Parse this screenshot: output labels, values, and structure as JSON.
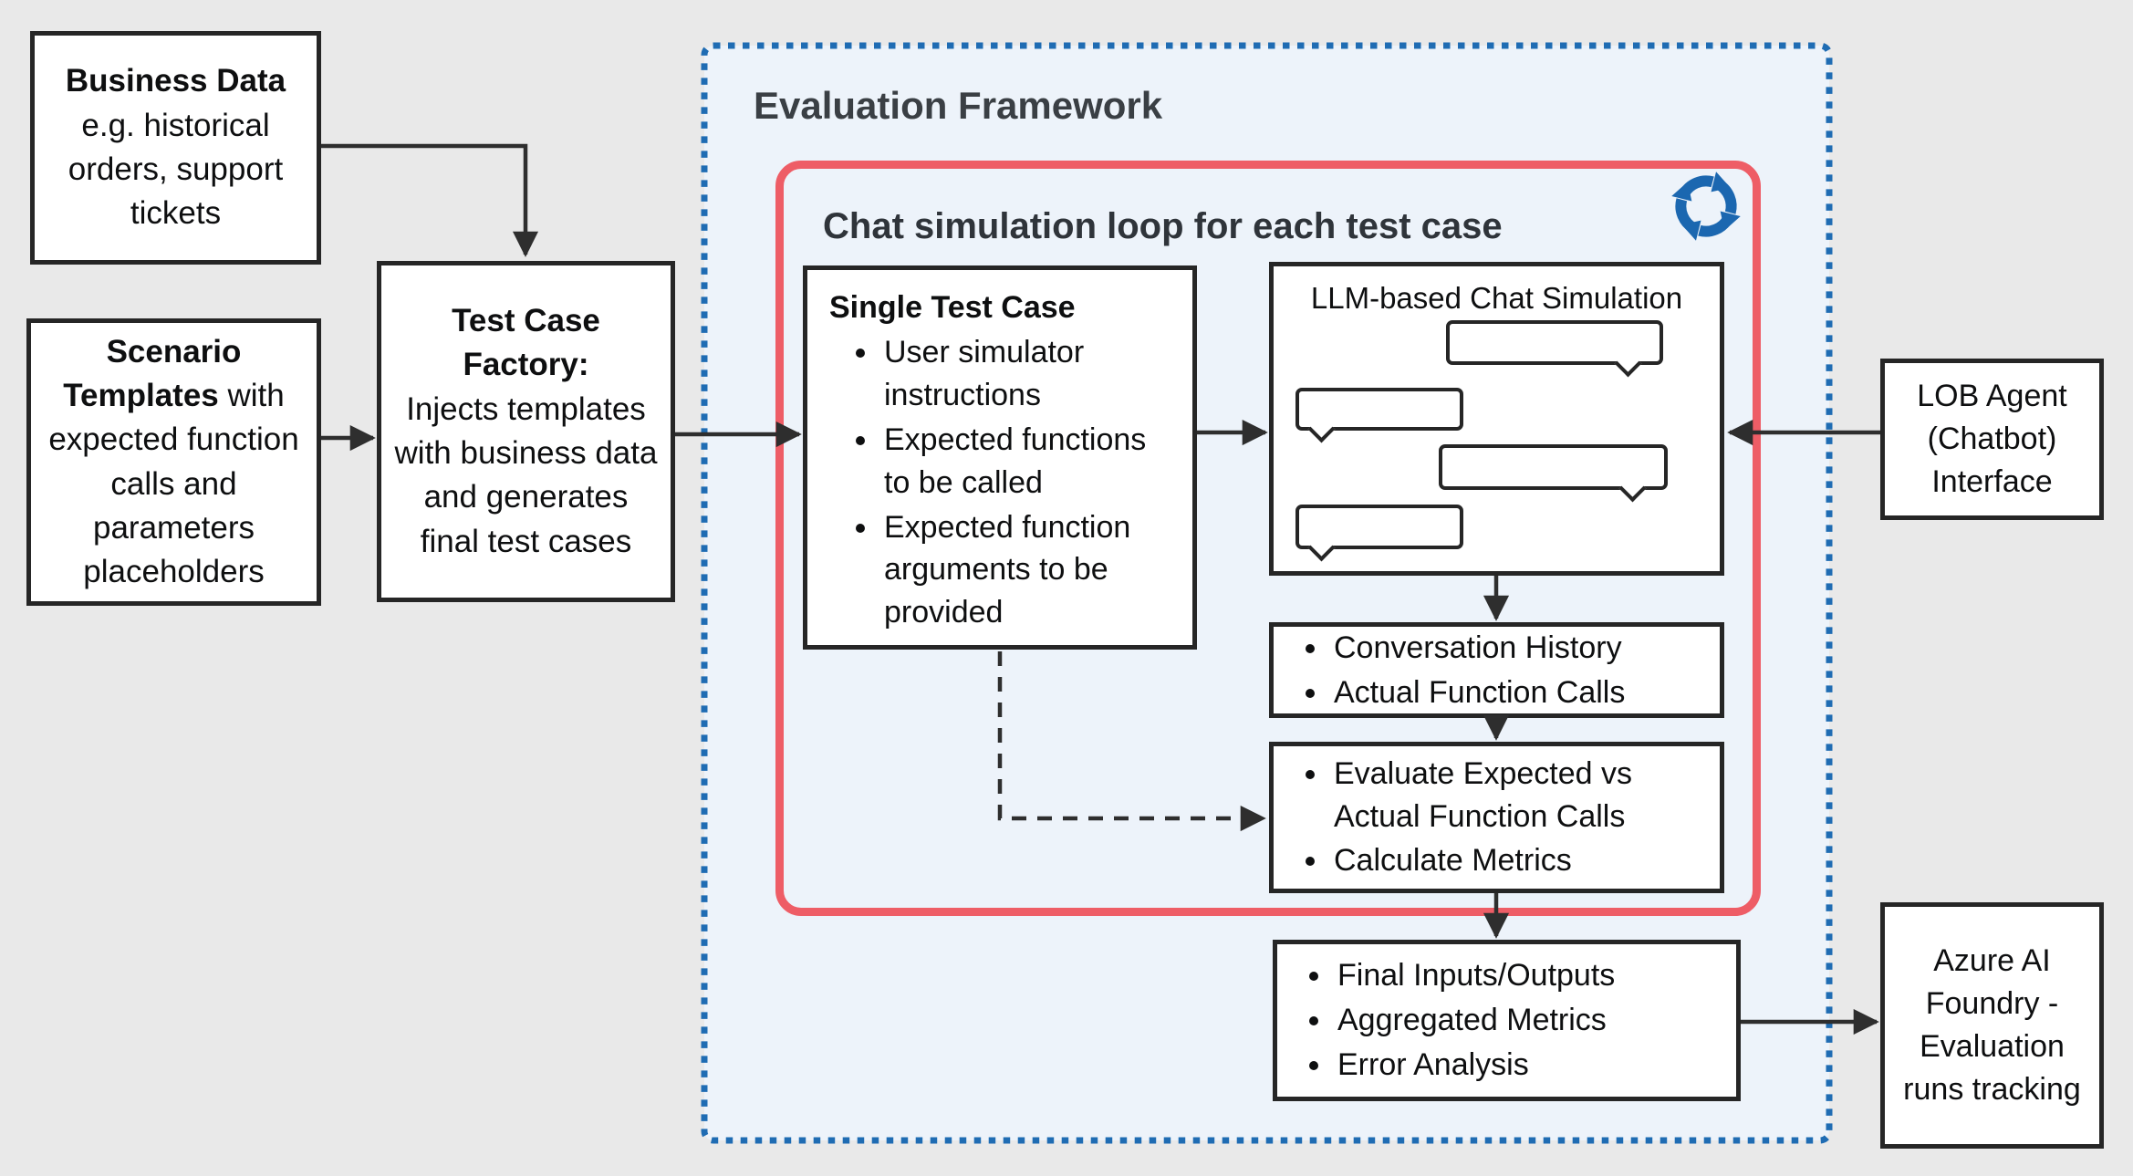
{
  "diagram": {
    "frame_title": "Evaluation Framework",
    "loop_title": "Chat simulation loop for each test case",
    "loop_icon": "sync-loop-icon",
    "colors": {
      "canvas_bg": "#e9e9e9",
      "frame_fill": "#edf3fa",
      "accent_blue": "#1f6cb3",
      "icon_blue": "#1b67b0",
      "accent_red": "#ee5d66",
      "line_dark": "#2e2e2e"
    }
  },
  "boxes": {
    "business": {
      "title": "Business Data",
      "body": "e.g. historical orders, support tickets"
    },
    "scenario": {
      "title": "Scenario Templates",
      "body": "with expected function calls and parameters placeholders"
    },
    "factory": {
      "title": "Test Case Factory:",
      "body": "Injects templates with business data and generates final test cases"
    },
    "single": {
      "title": "Single Test Case",
      "items": [
        "User simulator instructions",
        "Expected functions to be called",
        "Expected function arguments to be provided"
      ]
    },
    "llm": {
      "title": "LLM-based Chat Simulation"
    },
    "conversation": {
      "items": [
        "Conversation History",
        "Actual Function Calls"
      ]
    },
    "evaluate": {
      "items": [
        "Evaluate Expected vs Actual Function Calls",
        "Calculate Metrics"
      ]
    },
    "final": {
      "items": [
        "Final Inputs/Outputs",
        "Aggregated Metrics",
        "Error Analysis"
      ]
    },
    "lob": {
      "title": "LOB Agent (Chatbot) Interface"
    },
    "azure": {
      "title": "Azure AI Foundry - Evaluation runs tracking"
    }
  }
}
